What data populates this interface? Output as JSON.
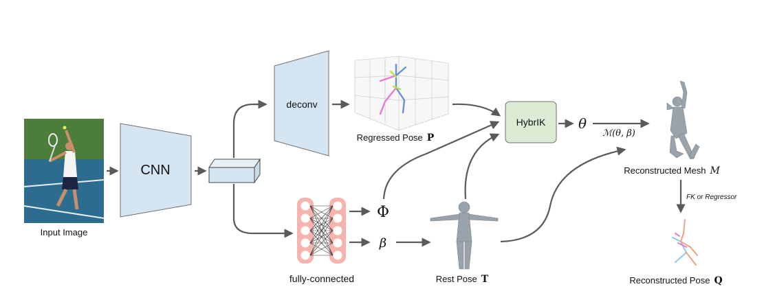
{
  "input": {
    "label": "Input Image"
  },
  "cnn": {
    "label": "CNN"
  },
  "deconv": {
    "label": "deconv"
  },
  "regressed_pose": {
    "label": "Regressed Pose",
    "symbol": "P"
  },
  "hybrik": {
    "label": "HybrIK"
  },
  "theta": {
    "symbol": "θ"
  },
  "mesh_fn": {
    "prefix": "ℳ",
    "args": "(θ, β)"
  },
  "reconstructed_mesh": {
    "label": "Reconstructed Mesh",
    "symbol": "M"
  },
  "fk": {
    "label": "FK or Regressor"
  },
  "reconstructed_pose": {
    "label": "Reconstructed Pose",
    "symbol": "Q"
  },
  "fc": {
    "label": "fully-connected"
  },
  "phi": {
    "symbol": "Φ"
  },
  "beta": {
    "symbol": "β"
  },
  "rest_pose": {
    "label": "Rest Pose",
    "symbol": "T"
  },
  "colors": {
    "box_blue": "#d5e5f1",
    "box_green": "#dcebd3",
    "fc_pink": "#f6b4ac",
    "arrow": "#5a5a5a",
    "pose_pink": "#e879d0",
    "pose_blue": "#6b8fd6",
    "pose_green": "#b9e04a",
    "mesh_gray": "#9aa3ab"
  }
}
